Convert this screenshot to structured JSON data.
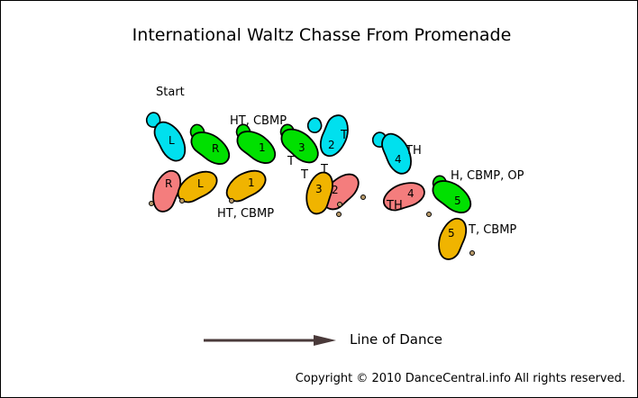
{
  "title": "International Waltz Chasse From Promenade",
  "start_label": "Start",
  "legend": {
    "line_of_dance": "Line of Dance"
  },
  "copyright": "Copyright © 2010 DanceCentral.info All rights reserved.",
  "colors": {
    "man_left": "#00e0ee",
    "man_right": "#00e000",
    "lady_left": "#f0b400",
    "lady_right": "#f47d7d",
    "arrow": "#4a3a3a",
    "ghost": "#b89a6a"
  },
  "steps": {
    "start_man_left": "L",
    "start_man_right": "R",
    "start_lady_right": "R",
    "start_lady_left": "L",
    "s1_man": "1",
    "s1_lady": "1",
    "s2_man": "2",
    "s2_lady": "2",
    "s3_man": "3",
    "s3_lady": "3",
    "s4_man": "4",
    "s4_lady": "4",
    "s5_man": "5",
    "s5_lady": "5"
  },
  "annotations": {
    "s1_man": "HT, CBMP",
    "s1_lady": "HT, CBMP",
    "s2_man": "T",
    "s3_man": "T",
    "s3_lady": "T",
    "s2_lady": "T",
    "s4_man": "TH",
    "s4_lady": "TH",
    "s5_man": "H, CBMP, OP",
    "s5_lady": "T, CBMP"
  }
}
